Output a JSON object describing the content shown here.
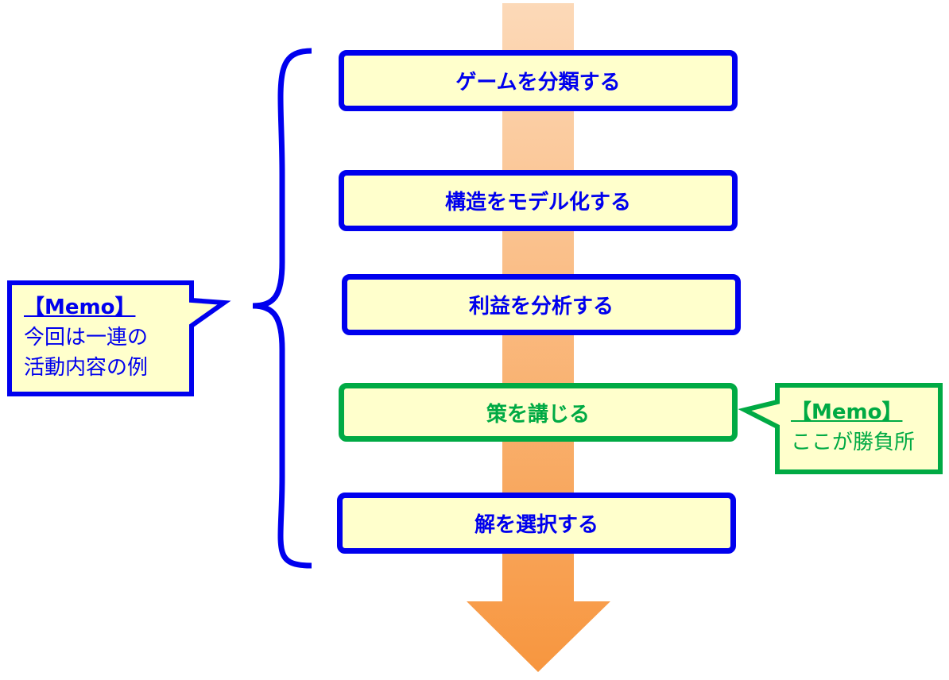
{
  "steps": [
    {
      "label": "ゲームを分類する"
    },
    {
      "label": "構造をモデル化する"
    },
    {
      "label": "利益を分析する"
    },
    {
      "label": "策を講じる"
    },
    {
      "label": "解を選択する"
    }
  ],
  "memo_left": {
    "title": "【Memo】",
    "lines": [
      "今回は一連の",
      "活動内容の例"
    ]
  },
  "memo_right": {
    "title": "【Memo】",
    "lines": [
      "ここが勝負所"
    ]
  },
  "colors": {
    "primary": "#0000ee",
    "accent": "#00aa44",
    "box_fill": "#ffffcc",
    "arrow_top": "#fcd9b8",
    "arrow_bottom": "#f7963f"
  }
}
